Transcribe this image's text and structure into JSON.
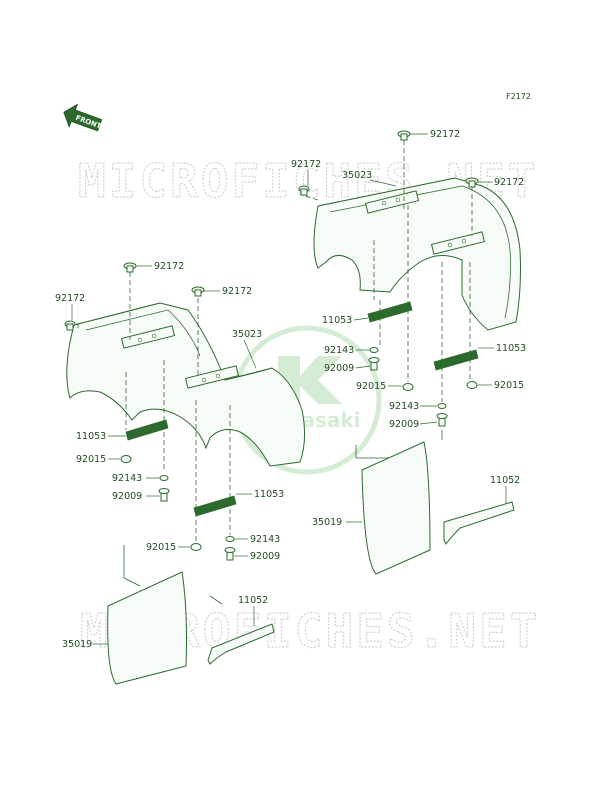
{
  "figure_code": "F2172",
  "front_arrow_label": "FRONT",
  "watermark_text": "MICROFICHES.NET",
  "logo_text": "Kawasaki",
  "part_labels": {
    "p92172_a": "92172",
    "p35023_a": "35023",
    "p92172_b": "92172",
    "p92172_c": "92172",
    "p11053_a": "11053",
    "p92143_a": "92143",
    "p92009_a": "92009",
    "p11053_b": "11053",
    "p92015_a": "92015",
    "p92143_b": "92143",
    "p92009_b": "92009",
    "p92172_d": "92172",
    "p92172_e": "92172",
    "p92172_f": "92172",
    "p35023_b": "35023",
    "p11053_c": "11053",
    "p92015_b": "92015",
    "p92143_c": "92143",
    "p92009_c": "92009",
    "p11053_d": "11053",
    "p92015_c": "92015",
    "p92143_d": "92143",
    "p92009_d": "92009",
    "p92015_d": "92015",
    "p11052_a": "11052",
    "p35019_a": "35019",
    "p11052_b": "11052",
    "p35019_b": "35019"
  },
  "colors": {
    "line": "#2d6a2d",
    "label": "#1e4d1e",
    "watermark": "#d0d0d0",
    "logo": "#d4ecd4"
  }
}
